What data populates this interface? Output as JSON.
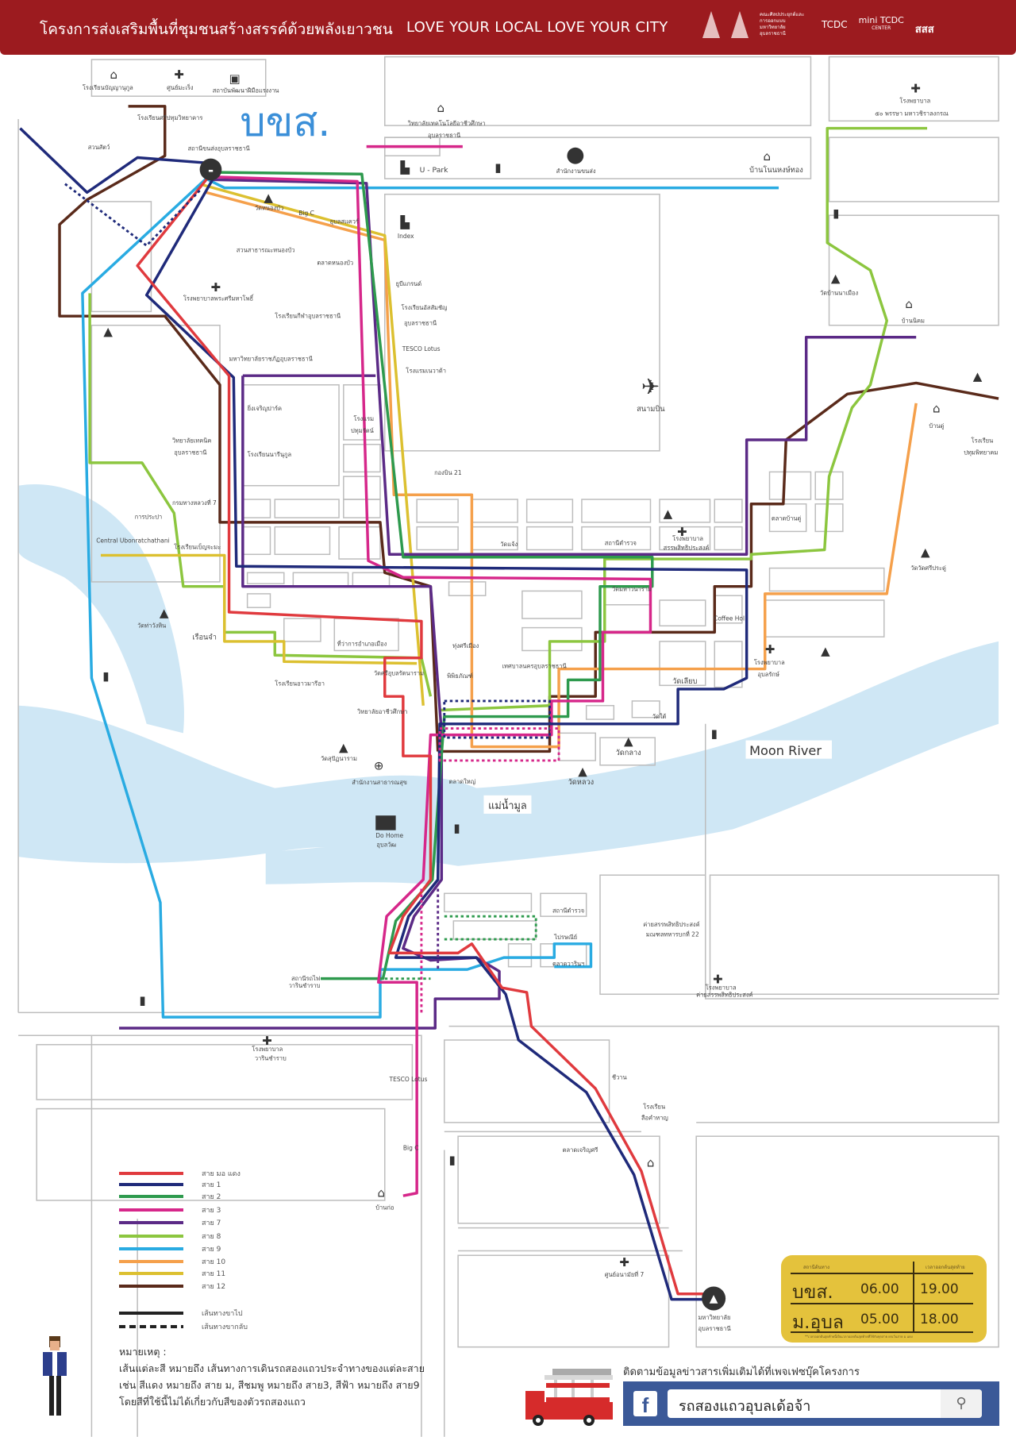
{
  "header": {
    "title": "โครงการส่งเสริมพื้นที่ชุมชนสร้างสรรค์ด้วยพลังเยาวชน",
    "slogan": "LOVE YOUR LOCAL LOVE YOUR CITY",
    "logos": [
      "คณะศิลปประยุกต์และการออกแบบ มหาวิทยาลัยอุบลราชธานี",
      "TCDC",
      "mini TCDC",
      "CENTER",
      "สสส"
    ]
  },
  "map": {
    "station_title": "บขส.",
    "labels": [
      "โรงเรียนบัญญานุกูล",
      "ศูนย์มะเร็ง",
      "สถาบันพัฒนาฝีมือแรงงาน",
      "โรงเรียนศรีปทุมวิทยาคาร",
      "สวนสัตว์",
      "สถานีขนส่งอุบลราชธานี",
      "วิทยาลัยเทคโนโลยีอาชีวศึกษา",
      "อุบลราชธานี",
      "U - Park",
      "สำนักงานขนส่ง",
      "บ้านโนนหงษ์ทอง",
      "โรงพยาบาล",
      "๕๐ พรรษา มหาวชิราลงกรณ",
      "วัดหนองบัว",
      "Big C",
      "อุบลสแควร์",
      "Index",
      "สวนสาธารณะหนองบัว",
      "ตลาดหนองบัว",
      "ยูบีแกรนด์",
      "โรงพยาบาลพระศรีมหาโพธิ์",
      "โรงเรียนกีฬาอุบลราชธานี",
      "โรงเรียนอัสสัมชัญ",
      "อุบลราชธานี",
      "TESCO Lotus",
      "โรงแรมเนวาด้า",
      "มหาวิทยาลัยราชภัฏอุบลราชธานี",
      "สนามบิน",
      "วัดบ้านนาเมือง",
      "บ้านนิคม",
      "บ้านดู่",
      "โรงเรียน",
      "ปทุมพิทยาคม",
      "ยิ่งเจริญปาร์ค",
      "โรงเรียนนารีนุกูล",
      "โรงแรม",
      "ปทุมรัตน์",
      "กองบิน 21",
      "วิทยาลัยเทคนิค",
      "อุบลราชธานี",
      "กรมทางหลวงที่ 7",
      "การประปา",
      "Central Ubonratchathani",
      "โรงเรียนเบ็ญจะมะ",
      "วัดท่าวังหิน",
      "เรือนจำ",
      "ที่ว่าการอำเภอเมือง",
      "โรงเรียนอาวมารีอา",
      "วิทยาลัยอาชีวศึกษา",
      "วัดศรีอุบลรัตนาราม",
      "ทุ่งศรีเมือง",
      "พิพิธภัณฑ์",
      "เทศบาลนครอุบลราชธานี",
      "วัดแจ้ง",
      "สถานีตำรวจ",
      "โรงพยาบาล",
      "สรรพสิทธิประสงค์",
      "ตลาดบ้านดู่",
      "วัดวัดศรีประดู่",
      "วัดมหาวนาราม",
      "วัดเลียบ",
      "วัดใต้",
      "Coffee Hol",
      "โรงพยาบาล",
      "อุบลรักษ์",
      "วัดกลาง",
      "วัดหลวง",
      "ตลาดใหญ่",
      "วัดสุปัฏนาราม",
      "สำนักงานสาธารณสุข",
      "แม่น้ำมูล",
      "Moon River",
      "Do Home",
      "อุบลวัฒ",
      "สถานีตำรวจ",
      "ไปรษณีย์",
      "ตลาดวารินฯ",
      "ค่ายสรรพสิทธิประสงค์",
      "มณฑลทหารบกที่ 22",
      "สถานีรถไฟ",
      "วารินชำราบ",
      "โรงพยาบาล",
      "วารินชำราบ",
      "TESCO Lotus",
      "ชีวาน",
      "โรงเรียน",
      "ลือคำหาญ",
      "Big C",
      "ตลาดเจริญศรี",
      "บ้านก่อ",
      "ศูนย์อนามัยที่ 7",
      "มหาวิทยาลัย",
      "อุบลราชธานี",
      "โรงพยาบาล",
      "ค่ายสรรพสิทธิประสงค์"
    ]
  },
  "legend": {
    "routes": [
      {
        "label": "สาย มอ แดง",
        "color": "#e03a3e"
      },
      {
        "label": "สาย 1",
        "color": "#1f2a7a"
      },
      {
        "label": "สาย 2",
        "color": "#2e9a4e"
      },
      {
        "label": "สาย 3",
        "color": "#d6278a"
      },
      {
        "label": "สาย 7",
        "color": "#5b2a86"
      },
      {
        "label": "สาย 8",
        "color": "#8cc63f"
      },
      {
        "label": "สาย 9",
        "color": "#29abe2"
      },
      {
        "label": "สาย 10",
        "color": "#f5a04b"
      },
      {
        "label": "สาย 11",
        "color": "#dcc030"
      },
      {
        "label": "สาย 12",
        "color": "#5a2a1a"
      }
    ],
    "outbound": "เส้นทางขาไป",
    "return": "เส้นทางขากลับ"
  },
  "notes": {
    "title": "หมายเหตุ :",
    "lines": [
      "เส้นแต่ละสี หมายถึง เส้นทางการเดินรถสองแถวประจำทางของแต่ละสาย",
      "เช่น สีแดง หมายถึง สาย ม, สีชมพู หมายถึง สาย3, สีฟ้า หมายถึง สาย9",
      "โดยสีที่ใช้นี้ไม่ได้เกี่ยวกับสีของตัวรถสองแถว"
    ]
  },
  "timetable": {
    "col1": "สถานีต้นทาง",
    "col2": "เวลาออกต้นสุดท้าย",
    "rows": [
      {
        "station": "บขส.",
        "first": "06.00",
        "last": "19.00"
      },
      {
        "station": "ม.อุบล",
        "first": "05.00",
        "last": "18.00"
      }
    ],
    "note": "**เวลาออกต้นสุดท้ายนี้เป็นเวลาออกต้นสุดท้ายที่ใช้กับทุกสาย ยกเว้นสาย ม แดง"
  },
  "facebook": {
    "prompt": "ติดตามข้อมูลข่าวสารเพิ่มเติมได้ที่เพจเฟซบุ๊คโครงการ",
    "page_name": "รถสองแถวอุบลเด้อจ้า",
    "brand_color": "#3b5998"
  }
}
